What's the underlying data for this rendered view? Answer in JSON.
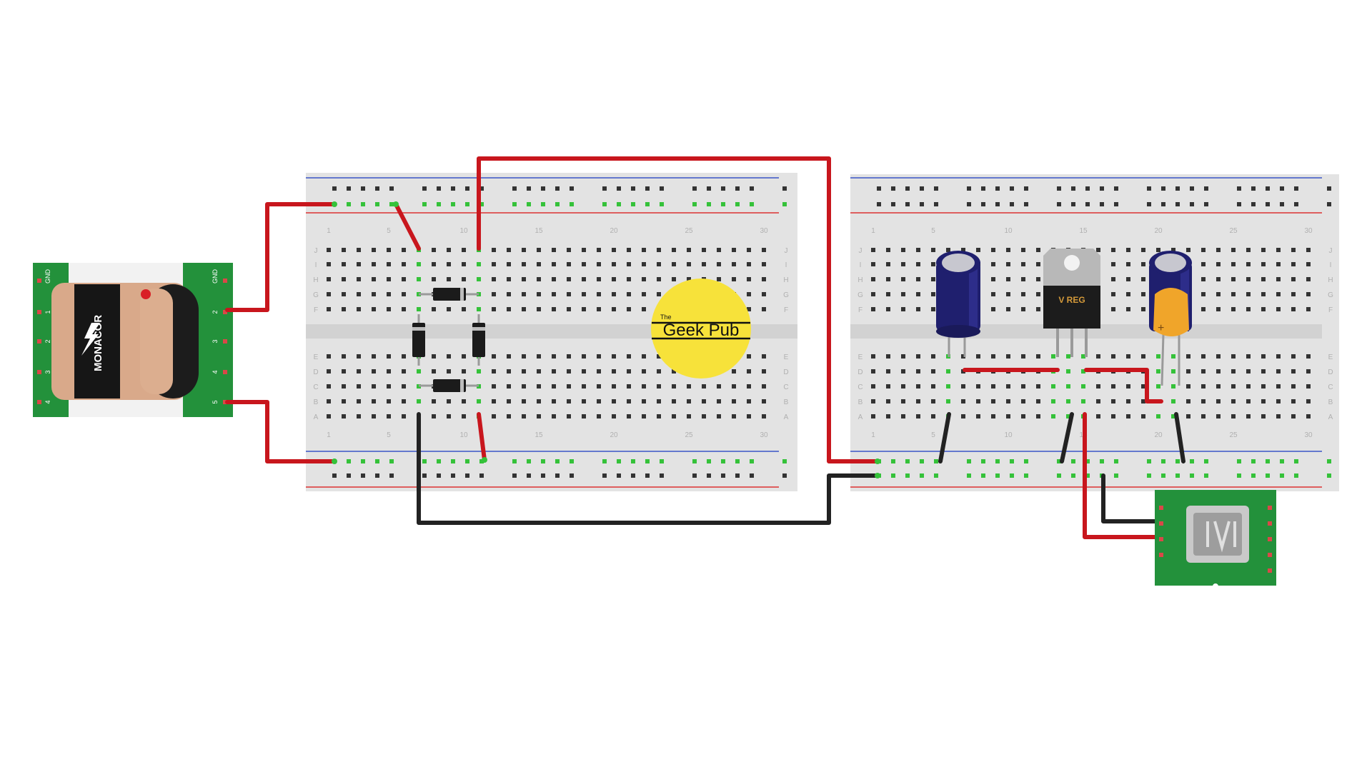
{
  "transformer": {
    "brand": "MONACOR",
    "left_pins": [
      "GND",
      "1",
      "2",
      "3",
      "4"
    ],
    "right_pins": [
      "GND",
      "2",
      "3",
      "4",
      "5"
    ]
  },
  "breadboard_left": {
    "row_letters_top": [
      "J",
      "I",
      "H",
      "G",
      "F"
    ],
    "row_letters_bottom": [
      "E",
      "D",
      "C",
      "B",
      "A"
    ],
    "column_numbers": [
      "1",
      "5",
      "10",
      "15",
      "20",
      "25",
      "30"
    ]
  },
  "breadboard_right": {
    "row_letters_top": [
      "J",
      "I",
      "H",
      "G",
      "F"
    ],
    "row_letters_bottom": [
      "E",
      "D",
      "C",
      "B",
      "A"
    ],
    "column_numbers": [
      "1",
      "5",
      "10",
      "15",
      "20",
      "25",
      "30"
    ]
  },
  "logo": {
    "small": "The",
    "main": "Geek Pub",
    "color": "#f7e23a"
  },
  "regulator": {
    "label": "V REG"
  },
  "colors": {
    "wire_red": "#c8161d",
    "wire_black": "#222222",
    "pcb_green": "#23913b",
    "board": "#e3e3e3",
    "active_hole": "#35c23a"
  }
}
